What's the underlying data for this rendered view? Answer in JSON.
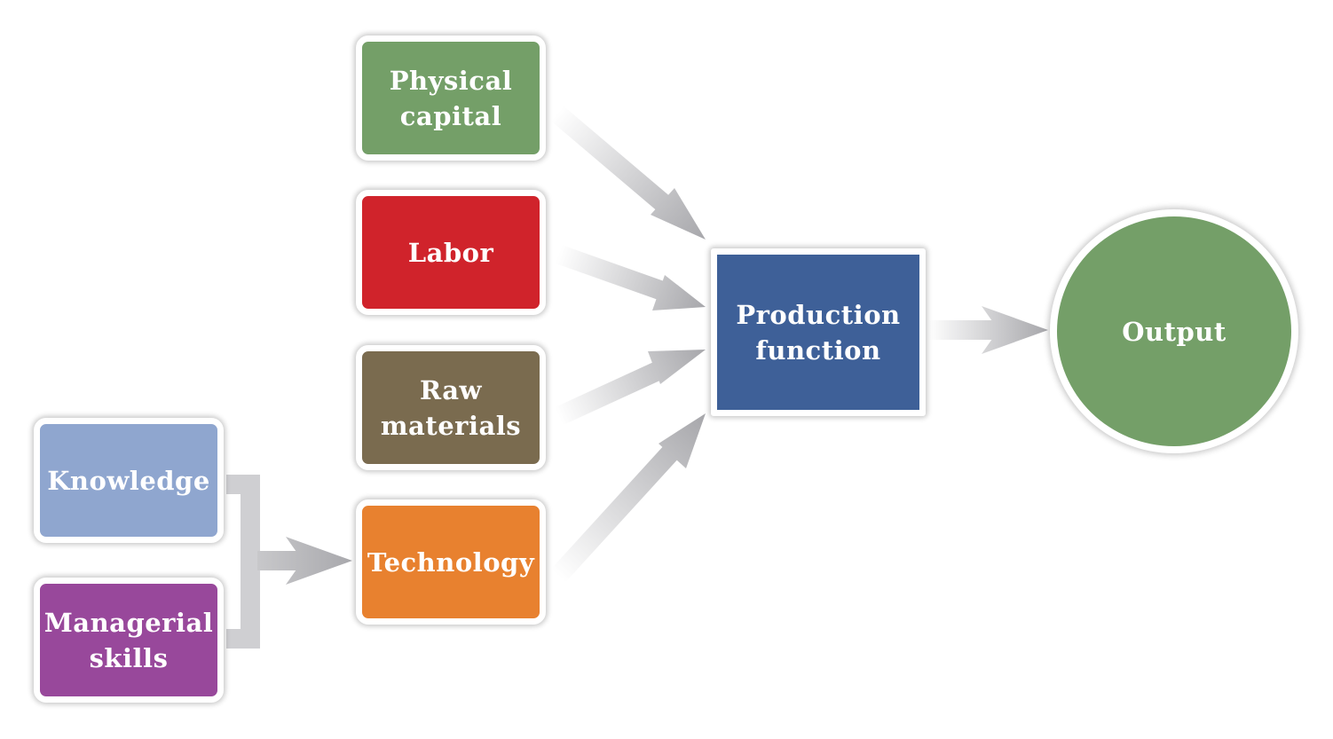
{
  "nodes": {
    "physical_capital": {
      "label": "Physical\ncapital",
      "color": "#749f68"
    },
    "labor": {
      "label": "Labor",
      "color": "#d0232b"
    },
    "raw_materials": {
      "label": "Raw\nmaterials",
      "color": "#7a6b4f"
    },
    "technology": {
      "label": "Technology",
      "color": "#e8812f"
    },
    "knowledge": {
      "label": "Knowledge",
      "color": "#8fa6cf"
    },
    "managerial_skills": {
      "label": "Managerial\nskills",
      "color": "#98489b"
    },
    "production_function": {
      "label": "Production\nfunction",
      "color": "#3e6098"
    },
    "output": {
      "label": "Output",
      "color": "#749f68"
    }
  },
  "edges": [
    {
      "from": "physical_capital",
      "to": "production_function"
    },
    {
      "from": "labor",
      "to": "production_function"
    },
    {
      "from": "raw_materials",
      "to": "production_function"
    },
    {
      "from": "technology",
      "to": "production_function"
    },
    {
      "from": "knowledge",
      "to": "technology"
    },
    {
      "from": "managerial_skills",
      "to": "technology"
    },
    {
      "from": "production_function",
      "to": "output"
    }
  ],
  "arrow_color": "#b5b5b8"
}
